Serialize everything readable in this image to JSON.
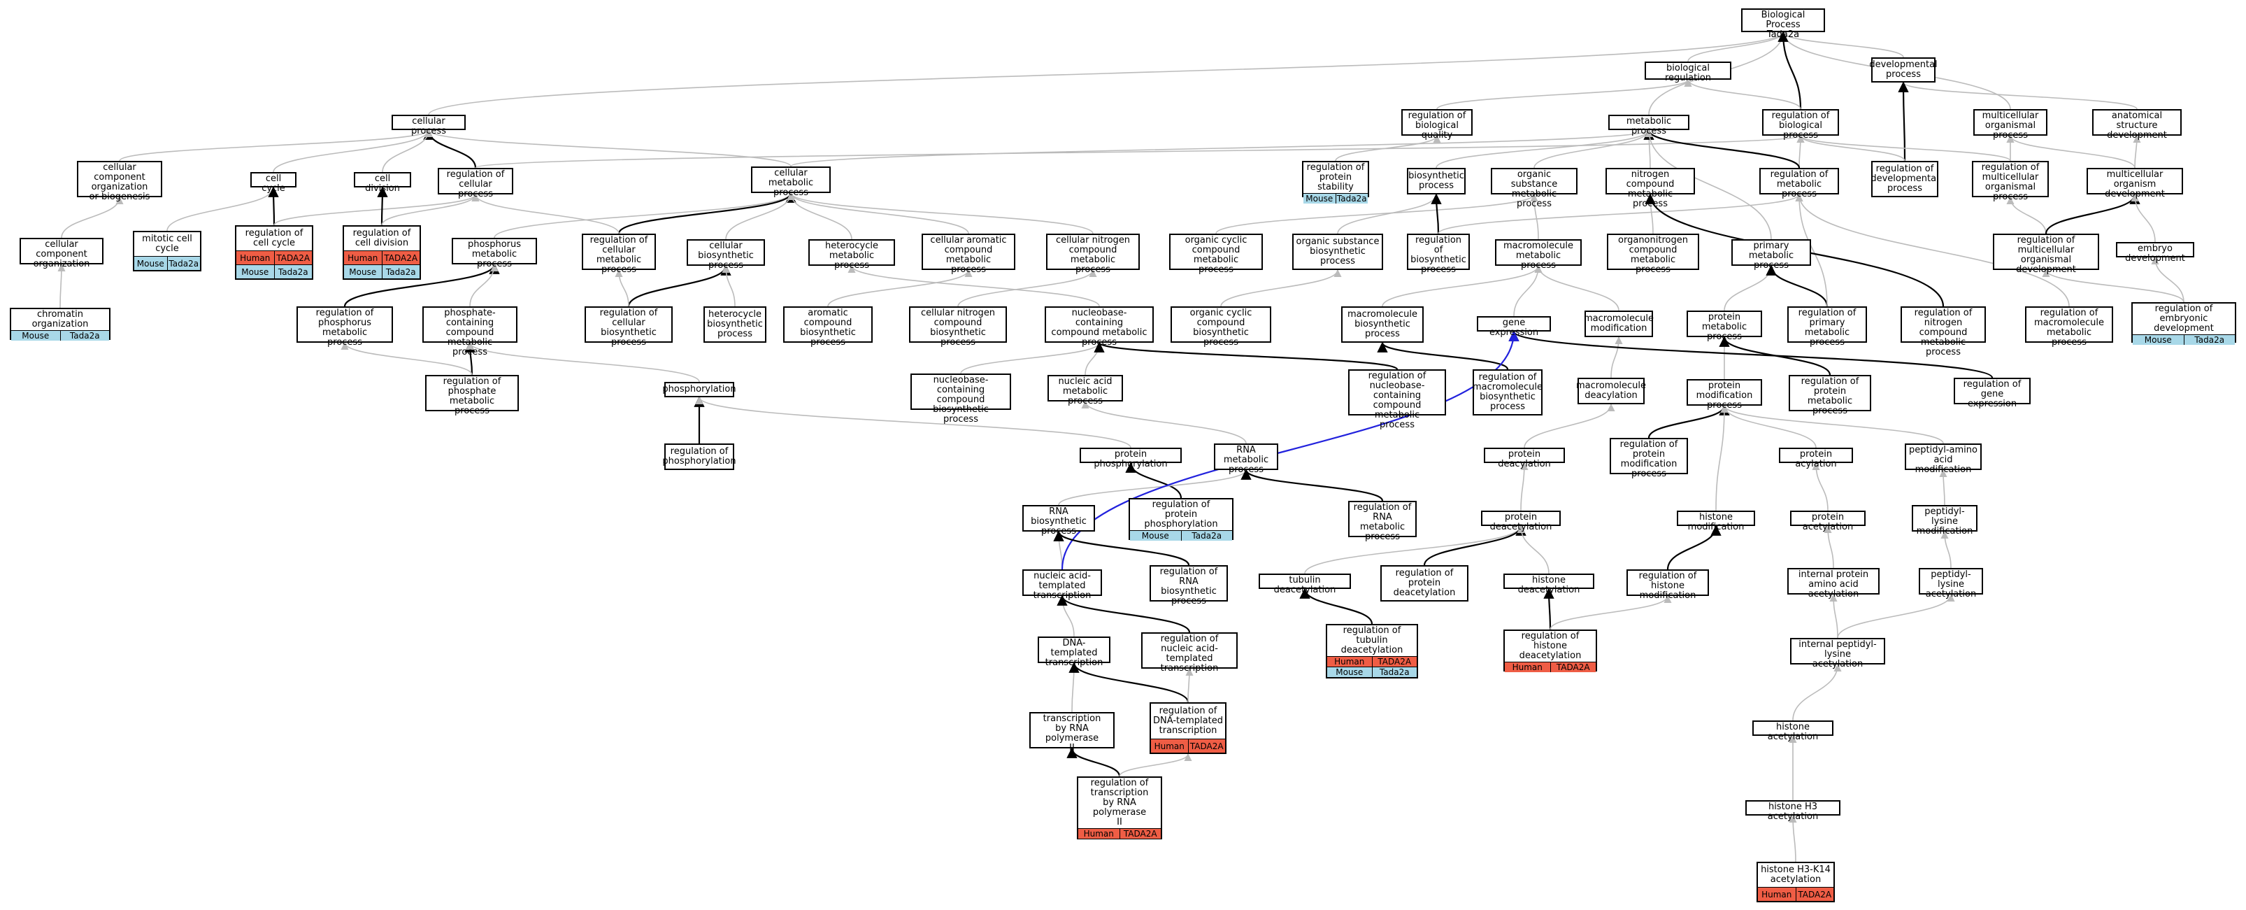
{
  "graph": {
    "nodes": [
      {
        "id": "bp",
        "label": "Biological Process\nTada2a"
      },
      {
        "id": "breg",
        "label": "biological regulation"
      },
      {
        "id": "dev",
        "label": "developmental\nprocess"
      },
      {
        "id": "cellproc",
        "label": "cellular process"
      },
      {
        "id": "regbq",
        "label": "regulation of\nbiological quality"
      },
      {
        "id": "metab",
        "label": "metabolic process"
      },
      {
        "id": "regbp",
        "label": "regulation of\nbiological process"
      },
      {
        "id": "mop",
        "label": "multicellular\norganismal process"
      },
      {
        "id": "asd",
        "label": "anatomical structure\ndevelopment"
      },
      {
        "id": "ccob",
        "label": "cellular component\norganization\nor biogenesis"
      },
      {
        "id": "cc",
        "label": "cell cycle"
      },
      {
        "id": "cdiv",
        "label": "cell division"
      },
      {
        "id": "regcp",
        "label": "regulation of\ncellular process"
      },
      {
        "id": "cmp",
        "label": "cellular metabolic\nprocess"
      },
      {
        "id": "regps",
        "label": "regulation of\nprotein stability",
        "ann": [
          [
            "Mouse",
            "Tada2a"
          ]
        ]
      },
      {
        "id": "bsp",
        "label": "biosynthetic\nprocess"
      },
      {
        "id": "osmp",
        "label": "organic substance\nmetabolic process"
      },
      {
        "id": "ncmp",
        "label": "nitrogen compound\nmetabolic process"
      },
      {
        "id": "regmp",
        "label": "regulation of\nmetabolic process"
      },
      {
        "id": "regdp",
        "label": "regulation of\ndevelopmental\nprocess"
      },
      {
        "id": "regmop",
        "label": "regulation of\nmulticellular\norganismal process"
      },
      {
        "id": "mod",
        "label": "multicellular\norganism development"
      },
      {
        "id": "cco",
        "label": "cellular component\norganization"
      },
      {
        "id": "mcc",
        "label": "mitotic cell\ncycle",
        "ann": [
          [
            "Mouse",
            "Tada2a"
          ]
        ]
      },
      {
        "id": "regcc",
        "label": "regulation of\ncell cycle",
        "ann": [
          [
            "Human",
            "TADA2A"
          ],
          [
            "Mouse",
            "Tada2a"
          ]
        ]
      },
      {
        "id": "regcd",
        "label": "regulation of\ncell division",
        "ann": [
          [
            "Human",
            "TADA2A"
          ],
          [
            "Mouse",
            "Tada2a"
          ]
        ]
      },
      {
        "id": "pmp",
        "label": "phosphorus metabolic\nprocess"
      },
      {
        "id": "regcmp",
        "label": "regulation of\ncellular metabolic\nprocess"
      },
      {
        "id": "cbp",
        "label": "cellular biosynthetic\nprocess"
      },
      {
        "id": "hcmp",
        "label": "heterocycle\nmetabolic process"
      },
      {
        "id": "camp",
        "label": "cellular aromatic\ncompound metabolic\nprocess"
      },
      {
        "id": "cncmp",
        "label": "cellular nitrogen\ncompound metabolic\nprocess"
      },
      {
        "id": "occmp",
        "label": "organic cyclic\ncompound metabolic\nprocess"
      },
      {
        "id": "osbp",
        "label": "organic substance\nbiosynthetic\nprocess"
      },
      {
        "id": "regbsp",
        "label": "regulation of\nbiosynthetic\nprocess"
      },
      {
        "id": "mmp",
        "label": "macromolecule\nmetabolic process"
      },
      {
        "id": "oncmp",
        "label": "organonitrogen\ncompound metabolic\nprocess"
      },
      {
        "id": "primp",
        "label": "primary metabolic\nprocess"
      },
      {
        "id": "regmomd",
        "label": "regulation of\nmulticellular\norganismal development"
      },
      {
        "id": "embdev",
        "label": "embryo development"
      },
      {
        "id": "chromorg",
        "label": "chromatin organization",
        "ann": [
          [
            "Mouse",
            "Tada2a"
          ]
        ]
      },
      {
        "id": "regpmp",
        "label": "regulation of\nphosphorus metabolic\nprocess"
      },
      {
        "id": "pccmp",
        "label": "phosphate-containing\ncompound metabolic\nprocess"
      },
      {
        "id": "regcbp",
        "label": "regulation of\ncellular biosynthetic\nprocess"
      },
      {
        "id": "hbp",
        "label": "heterocycle\nbiosynthetic\nprocess"
      },
      {
        "id": "acbp",
        "label": "aromatic compound\nbiosynthetic\nprocess"
      },
      {
        "id": "cncbp",
        "label": "cellular nitrogen\ncompound biosynthetic\nprocess"
      },
      {
        "id": "nbccmp",
        "label": "nucleobase-containing\ncompound metabolic\nprocess"
      },
      {
        "id": "occbp",
        "label": "organic cyclic\ncompound biosynthetic\nprocess"
      },
      {
        "id": "mbp",
        "label": "macromolecule\nbiosynthetic\nprocess"
      },
      {
        "id": "gexp",
        "label": "gene expression"
      },
      {
        "id": "mmod",
        "label": "macromolecule\nmodification"
      },
      {
        "id": "pmetab",
        "label": "protein metabolic\nprocess"
      },
      {
        "id": "regprimp",
        "label": "regulation of\nprimary metabolic\nprocess"
      },
      {
        "id": "regncmp",
        "label": "regulation of\nnitrogen compound\nmetabolic process"
      },
      {
        "id": "regmmp",
        "label": "regulation of\nmacromolecule\nmetabolic process"
      },
      {
        "id": "regembdev",
        "label": "regulation of\nembryonic development",
        "ann": [
          [
            "Mouse",
            "Tada2a"
          ]
        ]
      },
      {
        "id": "regphmp",
        "label": "regulation of\nphosphate metabolic\nprocess"
      },
      {
        "id": "phos",
        "label": "phosphorylation"
      },
      {
        "id": "nbccbp",
        "label": "nucleobase-containing\ncompound biosynthetic\nprocess"
      },
      {
        "id": "namp",
        "label": "nucleic acid\nmetabolic process"
      },
      {
        "id": "regnbccmp",
        "label": "regulation of\nnucleobase-containing\ncompound metabolic\nprocess"
      },
      {
        "id": "regmbp",
        "label": "regulation of\nmacromolecule\nbiosynthetic\nprocess"
      },
      {
        "id": "mdeac",
        "label": "macromolecule\ndeacylation"
      },
      {
        "id": "pmod",
        "label": "protein modification\nprocess"
      },
      {
        "id": "regpmetab",
        "label": "regulation of\nprotein metabolic\nprocess"
      },
      {
        "id": "reggexp",
        "label": "regulation of\ngene expression"
      },
      {
        "id": "regphos",
        "label": "regulation of\nphosphorylation"
      },
      {
        "id": "pphos",
        "label": "protein phosphorylation"
      },
      {
        "id": "rnamp",
        "label": "RNA metabolic\nprocess"
      },
      {
        "id": "pdeac",
        "label": "protein deacylation"
      },
      {
        "id": "regpmod",
        "label": "regulation of\nprotein modification\nprocess"
      },
      {
        "id": "pacyl",
        "label": "protein acylation"
      },
      {
        "id": "paamod",
        "label": "peptidyl-amino\nacid modification"
      },
      {
        "id": "regpphos",
        "label": "regulation of\nprotein phosphorylation",
        "ann": [
          [
            "Mouse",
            "Tada2a"
          ]
        ]
      },
      {
        "id": "rnabp",
        "label": "RNA biosynthetic\nprocess"
      },
      {
        "id": "regrnamp",
        "label": "regulation of\nRNA metabolic\nprocess"
      },
      {
        "id": "pdeacet",
        "label": "protein deacetylation"
      },
      {
        "id": "hmod",
        "label": "histone modification"
      },
      {
        "id": "pacet",
        "label": "protein acetylation"
      },
      {
        "id": "plmod",
        "label": "peptidyl-lysine\nmodification"
      },
      {
        "id": "natt",
        "label": "nucleic acid-templated\ntranscription"
      },
      {
        "id": "regrnabp",
        "label": "regulation of\nRNA biosynthetic\nprocess"
      },
      {
        "id": "tubdeac",
        "label": "tubulin deacetylation"
      },
      {
        "id": "regpdeac",
        "label": "regulation of\nprotein deacetylation"
      },
      {
        "id": "hdeac",
        "label": "histone deacetylation"
      },
      {
        "id": "reghmod",
        "label": "regulation of\nhistone modification"
      },
      {
        "id": "ipaaa",
        "label": "internal protein\namino acid acetylation"
      },
      {
        "id": "plac",
        "label": "peptidyl-lysine\nacetylation"
      },
      {
        "id": "dtt",
        "label": "DNA-templated\ntranscription"
      },
      {
        "id": "regnatt",
        "label": "regulation of\nnucleic acid-templated\ntranscription"
      },
      {
        "id": "regtubdeac",
        "label": "regulation of\ntubulin deacetylation",
        "ann": [
          [
            "Human",
            "TADA2A"
          ],
          [
            "Mouse",
            "Tada2a"
          ]
        ]
      },
      {
        "id": "reghdeac",
        "label": "regulation of\nhistone deacetylation",
        "ann": [
          [
            "Human",
            "TADA2A"
          ]
        ]
      },
      {
        "id": "iplac",
        "label": "internal peptidyl-lysine\nacetylation"
      },
      {
        "id": "trnap2",
        "label": "transcription\nby RNA polymerase\nII"
      },
      {
        "id": "regdtt",
        "label": "regulation of\nDNA-templated\ntranscription",
        "ann": [
          [
            "Human",
            "TADA2A"
          ]
        ]
      },
      {
        "id": "hacet",
        "label": "histone acetylation"
      },
      {
        "id": "regtrnap2",
        "label": "regulation of\ntranscription\nby RNA polymerase\nII",
        "ann": [
          [
            "Human",
            "TADA2A"
          ]
        ]
      },
      {
        "id": "h3acet",
        "label": "histone H3 acetylation"
      },
      {
        "id": "h3k14",
        "label": "histone H3-K14\nacetylation",
        "ann": [
          [
            "Human",
            "TADA2A"
          ]
        ]
      }
    ],
    "edges": [
      [
        "breg",
        "bp",
        "gray"
      ],
      [
        "dev",
        "bp",
        "gray"
      ],
      [
        "cellproc",
        "bp",
        "gray"
      ],
      [
        "metab",
        "bp",
        "gray"
      ],
      [
        "mop",
        "bp",
        "gray"
      ],
      [
        "regbp",
        "bp",
        "black"
      ],
      [
        "regbq",
        "breg",
        "gray"
      ],
      [
        "regbp",
        "breg",
        "gray"
      ],
      [
        "asd",
        "dev",
        "gray"
      ],
      [
        "regdp",
        "dev",
        "black"
      ],
      [
        "mod",
        "mop",
        "gray"
      ],
      [
        "mod",
        "asd",
        "gray"
      ],
      [
        "regmop",
        "mop",
        "gray"
      ],
      [
        "regcp",
        "cellproc",
        "black"
      ],
      [
        "ccob",
        "cellproc",
        "gray"
      ],
      [
        "cc",
        "cellproc",
        "gray"
      ],
      [
        "cdiv",
        "cellproc",
        "gray"
      ],
      [
        "cmp",
        "cellproc",
        "gray"
      ],
      [
        "regcp",
        "regbp",
        "gray"
      ],
      [
        "regmp",
        "regbp",
        "gray"
      ],
      [
        "regdp",
        "regbp",
        "gray"
      ],
      [
        "regmop",
        "regbp",
        "gray"
      ],
      [
        "cmp",
        "metab",
        "gray"
      ],
      [
        "bsp",
        "metab",
        "gray"
      ],
      [
        "osmp",
        "metab",
        "gray"
      ],
      [
        "ncmp",
        "metab",
        "gray"
      ],
      [
        "regmp",
        "metab",
        "black"
      ],
      [
        "regps",
        "regbq",
        "gray"
      ],
      [
        "cco",
        "ccob",
        "gray"
      ],
      [
        "mcc",
        "cc",
        "gray"
      ],
      [
        "regcc",
        "cc",
        "black"
      ],
      [
        "regcc",
        "regcp",
        "gray"
      ],
      [
        "regcd",
        "cdiv",
        "black"
      ],
      [
        "regcd",
        "regcp",
        "gray"
      ],
      [
        "pmp",
        "cmp",
        "gray"
      ],
      [
        "regcmp",
        "cmp",
        "black"
      ],
      [
        "regcmp",
        "regcp",
        "gray"
      ],
      [
        "cbp",
        "cmp",
        "gray"
      ],
      [
        "hcmp",
        "cmp",
        "gray"
      ],
      [
        "camp",
        "cmp",
        "gray"
      ],
      [
        "cncmp",
        "cmp",
        "gray"
      ],
      [
        "occmp",
        "osmp",
        "gray"
      ],
      [
        "osbp",
        "bsp",
        "gray"
      ],
      [
        "regbsp",
        "bsp",
        "black"
      ],
      [
        "regbsp",
        "regmp",
        "gray"
      ],
      [
        "mmp",
        "osmp",
        "gray"
      ],
      [
        "oncmp",
        "ncmp",
        "gray"
      ],
      [
        "primp",
        "metab",
        "gray"
      ],
      [
        "regmomd",
        "regmop",
        "gray"
      ],
      [
        "regmomd",
        "mod",
        "black"
      ],
      [
        "embdev",
        "mod",
        "gray"
      ],
      [
        "regembdev",
        "embdev",
        "gray"
      ],
      [
        "regembdev",
        "regmomd",
        "gray"
      ],
      [
        "chromorg",
        "cco",
        "gray"
      ],
      [
        "regpmp",
        "pmp",
        "black"
      ],
      [
        "pccmp",
        "pmp",
        "gray"
      ],
      [
        "regcbp",
        "cbp",
        "black"
      ],
      [
        "regcbp",
        "regcmp",
        "gray"
      ],
      [
        "hbp",
        "cbp",
        "gray"
      ],
      [
        "acbp",
        "camp",
        "gray"
      ],
      [
        "cncbp",
        "cncmp",
        "gray"
      ],
      [
        "nbccmp",
        "hcmp",
        "gray"
      ],
      [
        "occbp",
        "osbp",
        "gray"
      ],
      [
        "mbp",
        "mmp",
        "gray"
      ],
      [
        "gexp",
        "mmp",
        "gray"
      ],
      [
        "mmod",
        "mmp",
        "gray"
      ],
      [
        "pmetab",
        "primp",
        "gray"
      ],
      [
        "regprimp",
        "primp",
        "black"
      ],
      [
        "regprimp",
        "regmp",
        "gray"
      ],
      [
        "regncmp",
        "ncmp",
        "black"
      ],
      [
        "regmmp",
        "regmp",
        "gray"
      ],
      [
        "regphmp",
        "pccmp",
        "black"
      ],
      [
        "regphmp",
        "regpmp",
        "gray"
      ],
      [
        "phos",
        "pccmp",
        "gray"
      ],
      [
        "nbccbp",
        "nbccmp",
        "gray"
      ],
      [
        "namp",
        "nbccmp",
        "gray"
      ],
      [
        "regnbccmp",
        "nbccmp",
        "black"
      ],
      [
        "regmbp",
        "mbp",
        "black"
      ],
      [
        "mdeac",
        "mmod",
        "gray"
      ],
      [
        "pmod",
        "pmetab",
        "gray"
      ],
      [
        "regpmetab",
        "pmetab",
        "black"
      ],
      [
        "reggexp",
        "gexp",
        "black"
      ],
      [
        "regphos",
        "phos",
        "black"
      ],
      [
        "pphos",
        "phos",
        "gray"
      ],
      [
        "rnamp",
        "namp",
        "gray"
      ],
      [
        "pdeac",
        "mdeac",
        "gray"
      ],
      [
        "regpmod",
        "pmod",
        "black"
      ],
      [
        "pacyl",
        "pmod",
        "gray"
      ],
      [
        "paamod",
        "pmod",
        "gray"
      ],
      [
        "regpphos",
        "pphos",
        "black"
      ],
      [
        "rnabp",
        "rnamp",
        "gray"
      ],
      [
        "regrnamp",
        "rnamp",
        "black"
      ],
      [
        "pdeacet",
        "pdeac",
        "gray"
      ],
      [
        "hmod",
        "pmod",
        "gray"
      ],
      [
        "pacet",
        "pacyl",
        "gray"
      ],
      [
        "plmod",
        "paamod",
        "gray"
      ],
      [
        "natt",
        "rnabp",
        "gray"
      ],
      [
        "natt",
        "gexp",
        "blue"
      ],
      [
        "regrnabp",
        "rnabp",
        "black"
      ],
      [
        "tubdeac",
        "pdeacet",
        "gray"
      ],
      [
        "regpdeac",
        "pdeacet",
        "black"
      ],
      [
        "hdeac",
        "pdeacet",
        "gray"
      ],
      [
        "reghmod",
        "hmod",
        "black"
      ],
      [
        "ipaaa",
        "pacet",
        "gray"
      ],
      [
        "plac",
        "plmod",
        "gray"
      ],
      [
        "dtt",
        "natt",
        "gray"
      ],
      [
        "regnatt",
        "natt",
        "black"
      ],
      [
        "regtubdeac",
        "tubdeac",
        "black"
      ],
      [
        "reghdeac",
        "hdeac",
        "black"
      ],
      [
        "reghdeac",
        "reghmod",
        "gray"
      ],
      [
        "iplac",
        "ipaaa",
        "gray"
      ],
      [
        "iplac",
        "plac",
        "gray"
      ],
      [
        "trnap2",
        "dtt",
        "gray"
      ],
      [
        "regdtt",
        "dtt",
        "black"
      ],
      [
        "regdtt",
        "regnatt",
        "gray"
      ],
      [
        "hacet",
        "iplac",
        "gray"
      ],
      [
        "regtrnap2",
        "trnap2",
        "black"
      ],
      [
        "regtrnap2",
        "regdtt",
        "gray"
      ],
      [
        "h3acet",
        "hacet",
        "gray"
      ],
      [
        "h3k14",
        "h3acet",
        "gray"
      ]
    ]
  },
  "colors": {
    "gray": "#bbbbbb",
    "black": "#000000",
    "blue": "#2222dd",
    "human": "#ef5d45",
    "mouse": "#a8d8e8"
  }
}
